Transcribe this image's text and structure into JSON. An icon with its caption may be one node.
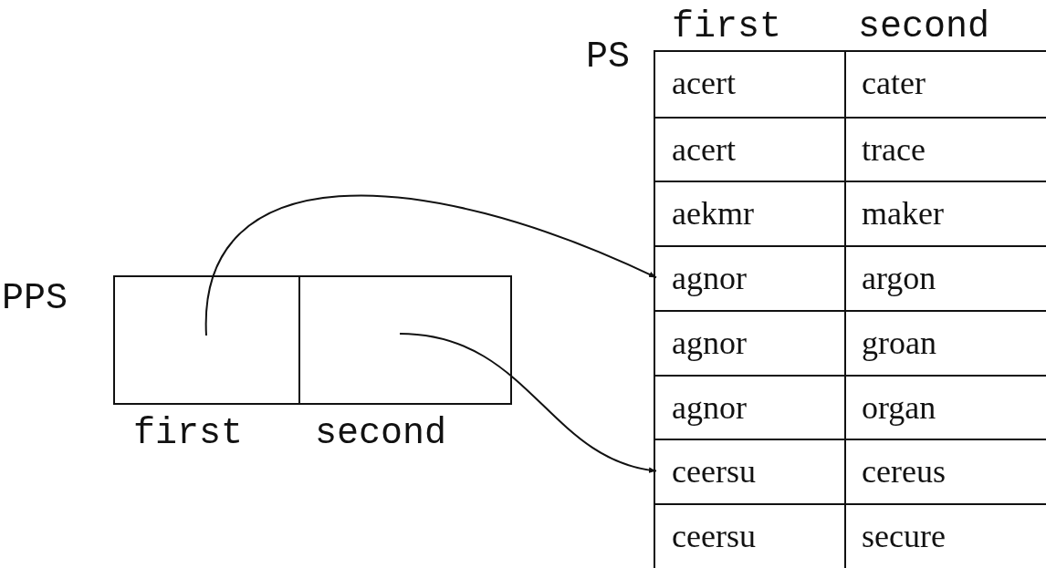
{
  "diagram": {
    "nodes": [
      {
        "text": [
          "PPS"
        ]
      },
      {
        "text": [],
        "shape": "box",
        "beside": [
          "first"
        ],
        "in": 0
      },
      {
        "text": [],
        "shape": "box",
        "beside": [
          "second"
        ],
        "in": 0
      },
      {
        "text": [
          "PS"
        ]
      },
      {
        "text": [
          "acert",
          "cater"
        ],
        "in": 3
      },
      {
        "text": [
          "acert",
          "trace"
        ],
        "in": 3
      },
      {
        "text": [
          "aekmr",
          "maker"
        ],
        "in": 3
      },
      {
        "text": [
          "agnor",
          "argon"
        ],
        "in": 3
      },
      {
        "text": [
          "agnor",
          "groan"
        ],
        "in": 3
      },
      {
        "text": [
          "agnor",
          "organ"
        ],
        "in": 3
      },
      {
        "text": [
          "ceersu",
          "cereus"
        ],
        "in": 3
      },
      {
        "text": [
          "ceersu",
          "secure"
        ],
        "in": 3
      }
    ],
    "edges": [
      {
        "from": 1,
        "to": 7,
        "arrow": "to"
      },
      {
        "from": 2,
        "to": 10,
        "arrow": "to"
      }
    ],
    "labels": [
      "first",
      "second"
    ]
  }
}
